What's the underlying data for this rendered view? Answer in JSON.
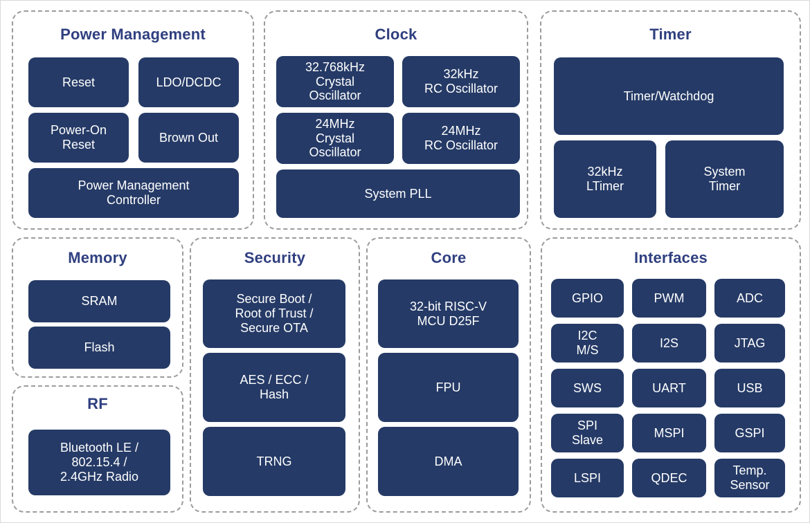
{
  "colors": {
    "background": "#ffffff",
    "block_bg": "#253a66",
    "block_text": "#ffffff",
    "section_title": "#2f3f7f",
    "dashed_border": "#9b9b9b"
  },
  "sections": {
    "power_management": {
      "title": "Power Management",
      "blocks": {
        "reset": "Reset",
        "ldo_dcdc": "LDO/DCDC",
        "power_on_reset": "Power-On\nReset",
        "brown_out": "Brown Out",
        "pm_controller": "Power Management\nController"
      }
    },
    "clock": {
      "title": "Clock",
      "blocks": {
        "xtal_32768khz": "32.768kHz\nCrystal\nOscillator",
        "rc_32khz": "32kHz\nRC Oscillator",
        "xtal_24mhz": "24MHz\nCrystal\nOscillator",
        "rc_24mhz": "24MHz\nRC Oscillator",
        "system_pll": "System PLL"
      }
    },
    "timer": {
      "title": "Timer",
      "blocks": {
        "timer_watchdog": "Timer/Watchdog",
        "ltimer_32khz": "32kHz\nLTimer",
        "system_timer": "System\nTimer"
      }
    },
    "memory": {
      "title": "Memory",
      "blocks": {
        "sram": "SRAM",
        "flash": "Flash"
      }
    },
    "security": {
      "title": "Security",
      "blocks": {
        "secure_boot": "Secure Boot /\nRoot of Trust /\nSecure OTA",
        "aes_ecc_hash": "AES / ECC /\nHash",
        "trng": "TRNG"
      }
    },
    "core": {
      "title": "Core",
      "blocks": {
        "riscv_mcu": "32-bit RISC-V\nMCU D25F",
        "fpu": "FPU",
        "dma": "DMA"
      }
    },
    "rf": {
      "title": "RF",
      "blocks": {
        "radio": "Bluetooth LE /\n802.15.4 /\n2.4GHz Radio"
      }
    },
    "interfaces": {
      "title": "Interfaces",
      "blocks": {
        "gpio": "GPIO",
        "pwm": "PWM",
        "adc": "ADC",
        "i2c_ms": "I2C\nM/S",
        "i2s": "I2S",
        "jtag": "JTAG",
        "sws": "SWS",
        "uart": "UART",
        "usb": "USB",
        "spi_slave": "SPI\nSlave",
        "mspi": "MSPI",
        "gspi": "GSPI",
        "lspi": "LSPI",
        "qdec": "QDEC",
        "temp_sensor": "Temp.\nSensor"
      }
    }
  }
}
